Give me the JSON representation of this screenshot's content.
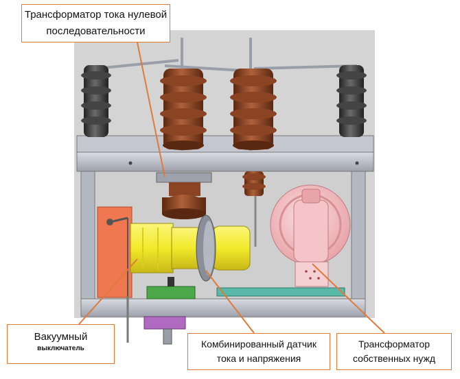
{
  "labels": {
    "ct_zero": {
      "line1": "Трансформатор  тока нулевой",
      "line2": "последовательности"
    },
    "vacuum_breaker": {
      "line1": "Вакуумный",
      "line2": "выключатель"
    },
    "combined_sensor": {
      "line1": "Комбинированный датчик",
      "line2": "тока и напряжения"
    },
    "aux_transformer": {
      "line1": "Трансформатор",
      "line2": "собственных нужд"
    }
  },
  "colors": {
    "callout": "#e07a3a",
    "insulator_brown": "#7a3b20",
    "insulator_dark": "#3a3a3a",
    "breaker_yellow": "#f2ea2a",
    "transformer_pink": "#f2b8bc",
    "frame_steel": "#a9adb8",
    "panel_orange": "#f07850",
    "base_teal": "#5ab8a8",
    "box_purple": "#b06ac0",
    "box_green": "#4aa848"
  }
}
